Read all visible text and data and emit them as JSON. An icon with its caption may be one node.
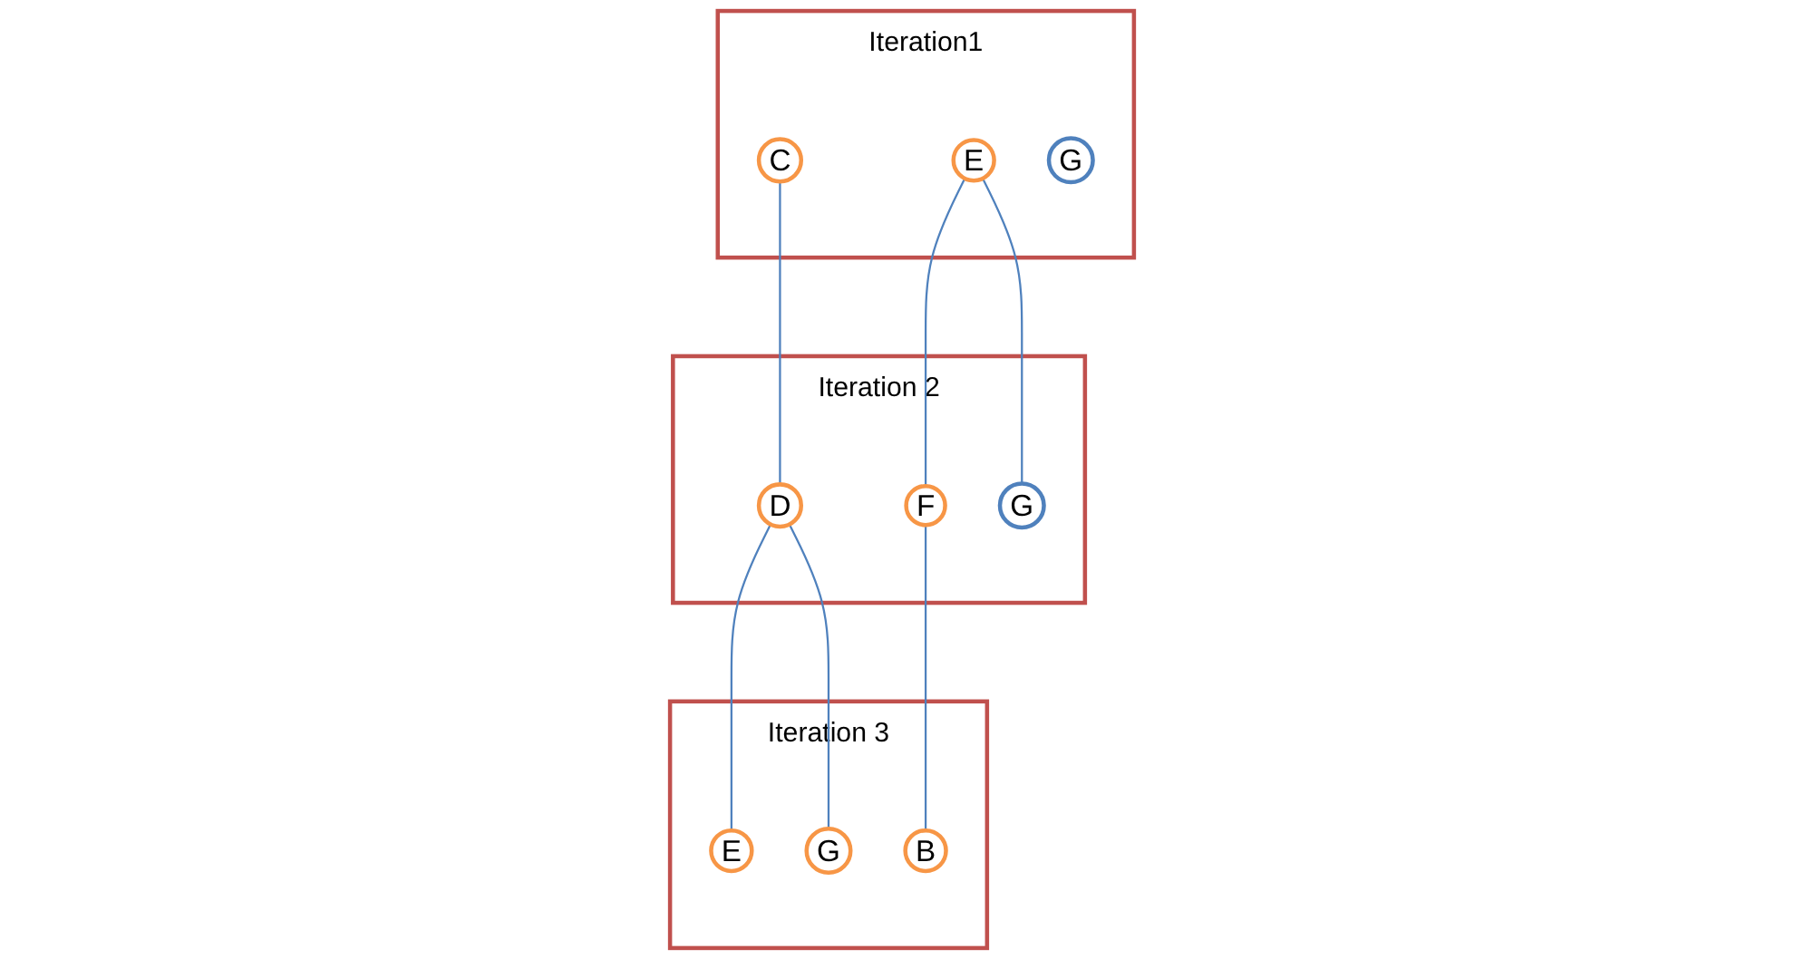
{
  "diagram": {
    "nodes": [
      {
        "text": [
          "Iteration1"
        ]
      },
      {
        "text": [
          "C"
        ],
        "in": 0
      },
      {
        "text": [
          "E"
        ],
        "in": 0
      },
      {
        "text": [
          "G"
        ],
        "in": 0
      },
      {
        "text": [
          "Iteration 2"
        ]
      },
      {
        "text": [
          "D"
        ],
        "in": 4
      },
      {
        "text": [
          "F"
        ],
        "in": 4
      },
      {
        "text": [
          "G"
        ],
        "in": 4
      },
      {
        "text": [
          "Iteration 3"
        ]
      },
      {
        "text": [
          "E"
        ],
        "in": 8
      },
      {
        "text": [
          "G"
        ],
        "in": 8
      },
      {
        "text": [
          "B"
        ],
        "in": 8
      }
    ],
    "edges": [
      {
        "from": 1,
        "to": 5,
        "arrow": "none"
      },
      {
        "from": 2,
        "to": 6,
        "arrow": "none"
      },
      {
        "from": 2,
        "to": 7,
        "arrow": "none"
      },
      {
        "from": 5,
        "to": 9,
        "arrow": "none"
      },
      {
        "from": 5,
        "to": 10,
        "arrow": "none"
      },
      {
        "from": 6,
        "to": 11,
        "arrow": "none"
      }
    ]
  }
}
